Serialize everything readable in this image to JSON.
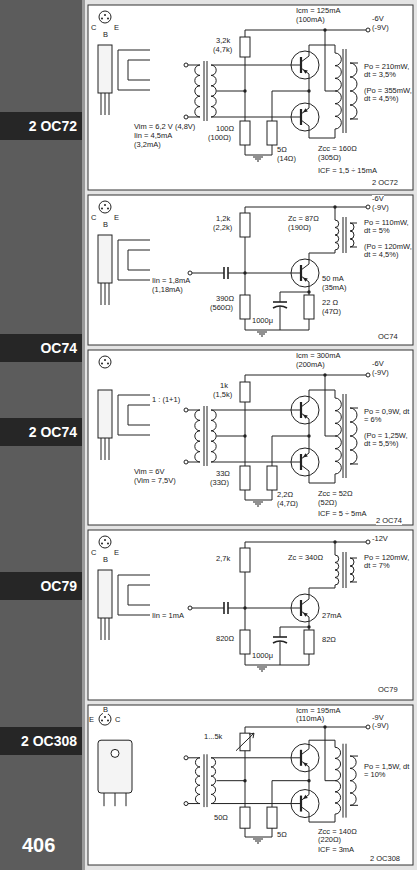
{
  "diagram": {
    "nodes": [
      {
        "text": [
          "2 OC72"
        ]
      },
      {
        "text": [
          "OC74"
        ]
      },
      {
        "text": [
          "2 OC74"
        ]
      },
      {
        "text": [
          "OC79"
        ]
      },
      {
        "text": [
          "2 OC308"
        ]
      }
    ],
    "labels": [
      "C",
      "E",
      "B",
      "3,2k",
      "(4,7k)",
      "Icm = 125mA",
      "(100mA)",
      "-6V",
      "(-9V)",
      "Vim = 6,2 V (4,8V)",
      "Iin = 4,5mA",
      "(3,2mA)",
      "Zcc = 160Ω",
      "(305Ω)",
      "Po = 210mW, dt = 3,5%",
      "(Po = 355mW, dt = 4,5%)",
      "100Ω",
      "(100Ω)",
      "5Ω",
      "(14Ω)",
      "ICF = 1,5 ÷ 15mA",
      "2 OC72",
      "C",
      "E",
      "B",
      "1,2k",
      "(2,2k)",
      "Zc = 87Ω",
      "(190Ω)",
      "-6V",
      "(-9V)",
      "Iin = 1,8mA",
      "(1,18mA)",
      "50 mA",
      "(35mA)",
      "Po = 110mW, dt = 5%",
      "(Po = 120mW, dt = 4,5%)",
      "390Ω",
      "(560Ω)",
      "1000μ",
      "22 Ω",
      "(47Ω)",
      "OC74",
      "1k",
      "(1,5k)",
      "Icm = 300mA",
      "(200mA)",
      "-6V",
      "(-9V)",
      "1 : (1+1)",
      "Vim = 6V",
      "(Vim = 7,5V)",
      "Zcc = 52Ω",
      "(52Ω)",
      "Po = 0,9W, dt = 6%",
      "(Po = 1,25W, dt = 5,5%)",
      "33Ω",
      "(33Ω)",
      "2,2Ω",
      "(4,7Ω)",
      "ICF = 5 ÷ 5mA",
      "2 OC74",
      "C",
      "E",
      "B",
      "-12V",
      "2,7k",
      "Zc = 340Ω",
      "Po = 120mW, dt = 7%",
      "Iin = 1mA",
      "820Ω",
      "1000μ",
      "27mA",
      "82Ω",
      "OC79",
      "E",
      "C",
      "B",
      "-9V",
      "(-9V)",
      "1...5k",
      "Icm = 195mA",
      "(110mA)",
      "Zcc = 140Ω",
      "(220Ω)",
      "Po = 1,5W, dt = 10%",
      "50Ω",
      "5Ω",
      "ICF = 3mA",
      "2 OC308",
      "406"
    ]
  }
}
